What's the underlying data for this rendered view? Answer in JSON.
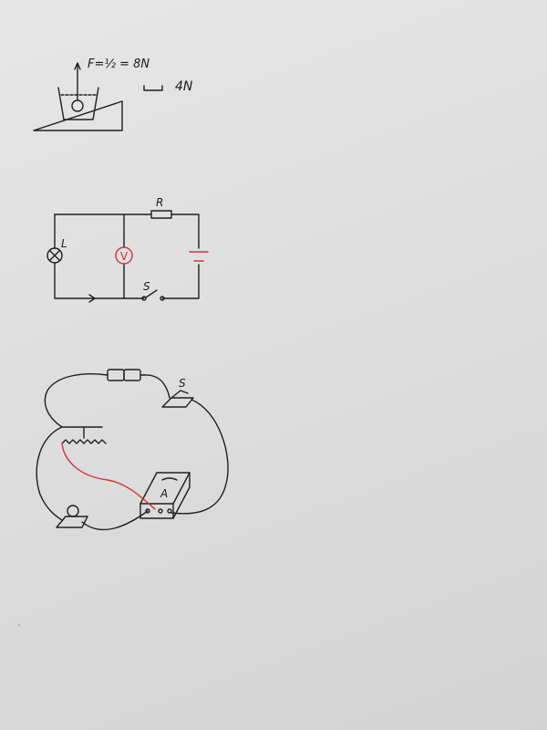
{
  "figure1": {
    "force_label": "F=½ = 8N",
    "weight_label": "4N"
  },
  "figure2": {
    "resistor_label": "R",
    "lamp_label": "L",
    "voltmeter_label": "V",
    "switch_label": "S"
  },
  "figure3": {
    "switch_label": "S",
    "ammeter_label": "A"
  },
  "colors": {
    "ink": "#1f1f1f",
    "red_ink": "#d0353f",
    "paper": "#e0e0e0"
  }
}
